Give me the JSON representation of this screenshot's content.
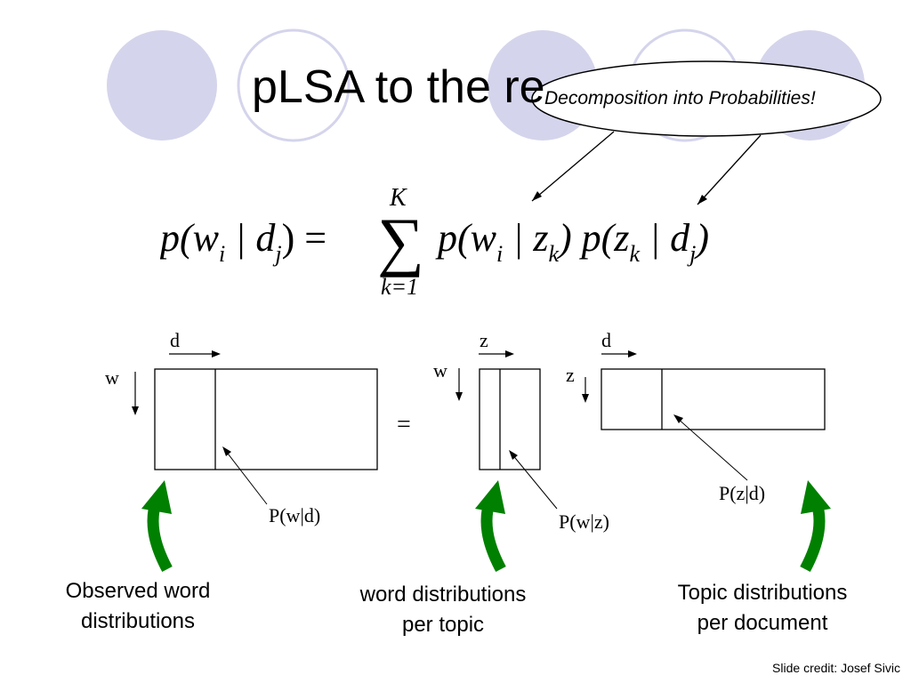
{
  "slide": {
    "title": "pLSA to the re",
    "callout": "Decomposition into Probabilities!",
    "credit": "Slide credit: Josef Sivic"
  },
  "formula": {
    "lhs": [
      "p(w",
      "i",
      " | d",
      "j",
      ") ="
    ],
    "sum_upper": "K",
    "sum_lower": "k=1",
    "rhs": [
      "p(w",
      "i",
      " | z",
      "k",
      ") p(z",
      "k",
      " | d",
      "j",
      ")"
    ]
  },
  "diagram": {
    "left_axis_top": "d",
    "left_axis_side": "w",
    "left_matrix_label": "P(w|d)",
    "equals": "=",
    "mid_axis_top": "z",
    "mid_axis_side": "w",
    "mid_matrix_label": "P(w|z)",
    "right_axis_top": "d",
    "right_axis_side": "z",
    "right_matrix_label": "P(z|d)"
  },
  "captions": {
    "left": [
      "Observed word",
      "distributions"
    ],
    "middle": [
      "word distributions",
      "per topic"
    ],
    "right": [
      "Topic distributions",
      "per document"
    ]
  },
  "colors": {
    "circle_fill": "#d4d4ec",
    "circle_outline": "#d4d4ec",
    "green_arrow": "#008000"
  }
}
